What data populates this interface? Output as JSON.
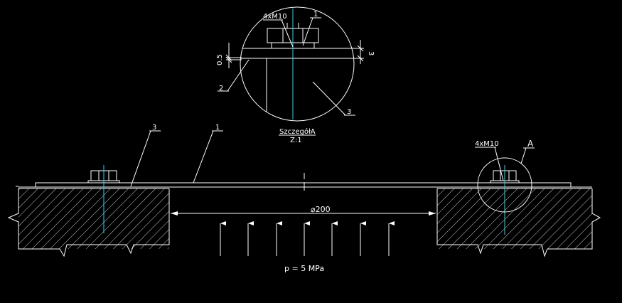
{
  "colors": {
    "background": "#000000",
    "line": "#ffffff",
    "centerline": "#2fd6e8"
  },
  "detail": {
    "bolt_label": "4xM10",
    "leader_1": "1",
    "leader_2": "2",
    "leader_3": "3",
    "dim_gap": "0.5",
    "dim_plate": "3",
    "title": "SzczegółA",
    "scale": "Z:1"
  },
  "main": {
    "leader_3": "3",
    "leader_1": "1",
    "bolt_label": "4xM10",
    "detail_ref": "A",
    "diameter": "⌀200",
    "pressure": "p = 5 MPa"
  }
}
